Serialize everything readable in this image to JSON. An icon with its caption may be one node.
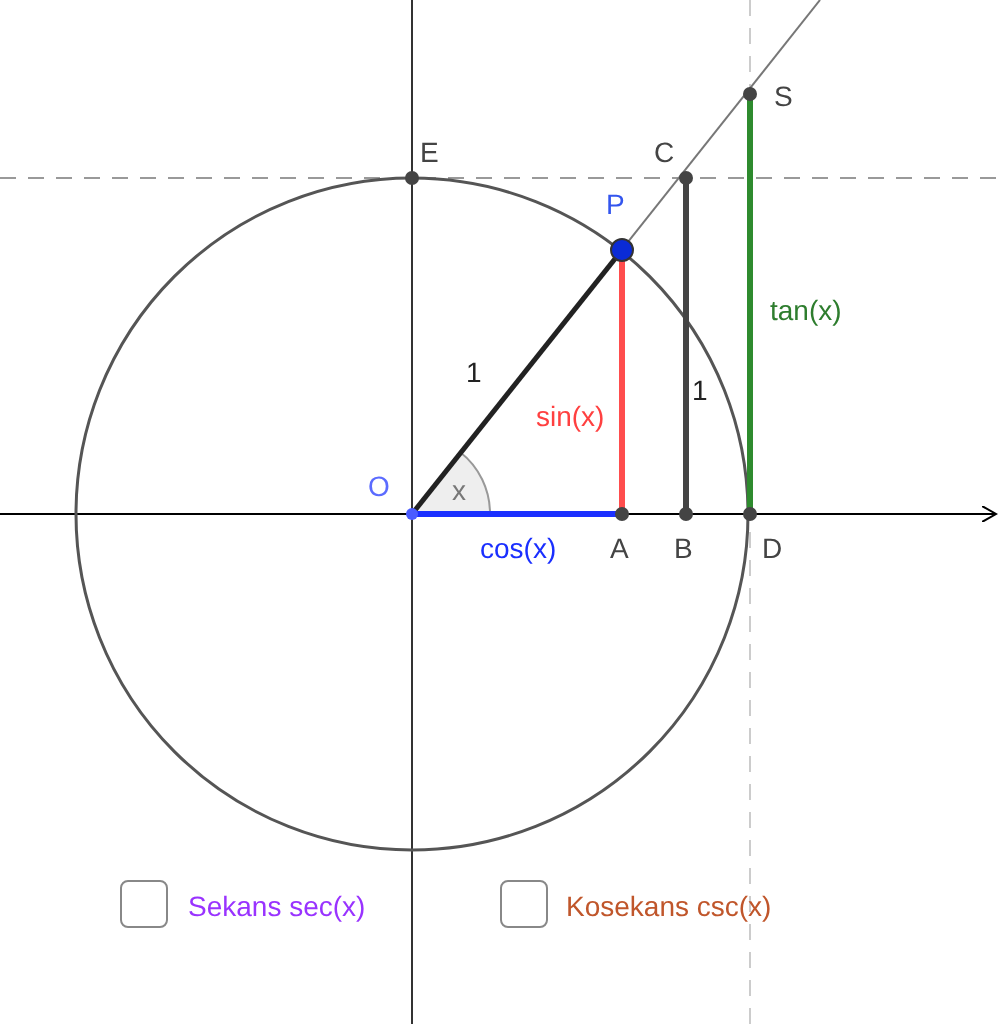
{
  "diagram": {
    "labels": [
      "S",
      "E",
      "C",
      "P",
      "tan(x)",
      "1",
      "1",
      "sin(x)",
      "O",
      "x",
      "cos(x)",
      "A",
      "B",
      "D",
      "Sekans sec(x)",
      "Kosekans csc(x)"
    ]
  }
}
